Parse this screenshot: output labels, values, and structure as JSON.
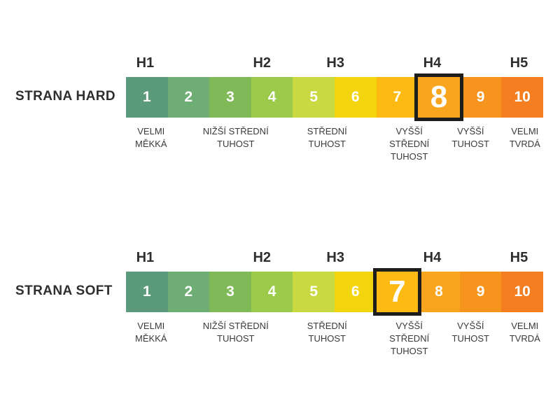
{
  "zones": [
    "H1",
    "H2",
    "H3",
    "H4",
    "H5"
  ],
  "descriptors": [
    "VELMI\nMĚKKÁ",
    "NIŽŠÍ STŘEDNÍ\nTUHOST",
    "STŘEDNÍ\nTUHOST",
    "VYŠŠÍ\nSTŘEDNÍ\nTUHOST",
    "VYŠŠÍ\nTUHOST",
    "VELMI\nTVRDÁ"
  ],
  "palette": {
    "highlight_border": "#1d1d1b",
    "number_text": "#ffffff",
    "heading_text": "#2e2e2e",
    "label_text": "#3a3a3a"
  },
  "scales": [
    {
      "title": "STRANA HARD",
      "highlight": 8,
      "cells": [
        {
          "value": 1,
          "color": "#5c9a7c"
        },
        {
          "value": 2,
          "color": "#6ead74"
        },
        {
          "value": 3,
          "color": "#80ba58"
        },
        {
          "value": 4,
          "color": "#9cca4b"
        },
        {
          "value": 5,
          "color": "#c9d941"
        },
        {
          "value": 6,
          "color": "#f2d40f"
        },
        {
          "value": 7,
          "color": "#fcba12"
        },
        {
          "value": 8,
          "color": "#f9a51d"
        },
        {
          "value": 9,
          "color": "#f7941e"
        },
        {
          "value": 10,
          "color": "#f47e20"
        }
      ]
    },
    {
      "title": "STRANA SOFT",
      "highlight": 7,
      "cells": [
        {
          "value": 1,
          "color": "#5c9a7c"
        },
        {
          "value": 2,
          "color": "#6ead74"
        },
        {
          "value": 3,
          "color": "#80ba58"
        },
        {
          "value": 4,
          "color": "#9cca4b"
        },
        {
          "value": 5,
          "color": "#c9d941"
        },
        {
          "value": 6,
          "color": "#f2d40f"
        },
        {
          "value": 7,
          "color": "#fcba12"
        },
        {
          "value": 8,
          "color": "#f9a51d"
        },
        {
          "value": 9,
          "color": "#f7941e"
        },
        {
          "value": 10,
          "color": "#f47e20"
        }
      ]
    }
  ]
}
